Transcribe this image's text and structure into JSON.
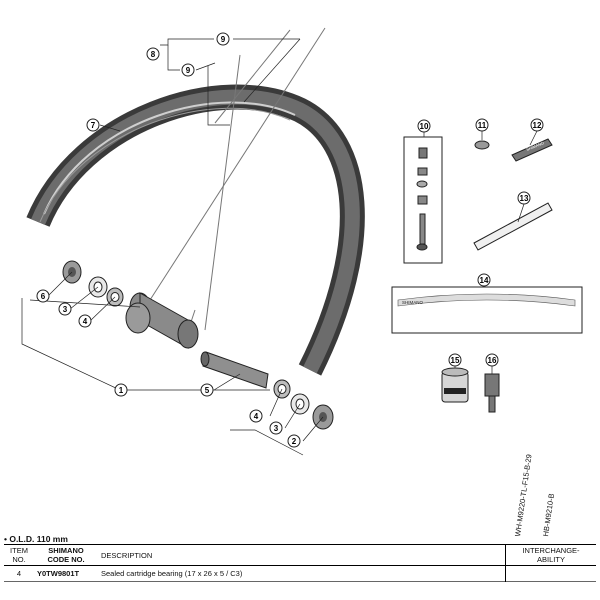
{
  "callouts": [
    "1",
    "2",
    "3",
    "4",
    "5",
    "6",
    "7",
    "8",
    "9",
    "10",
    "11",
    "12",
    "13",
    "14",
    "15",
    "16"
  ],
  "tire_lever_text": "SHIMANO",
  "rim_sticker_text": "SHIMANO",
  "compat_models": [
    "WH-M9220-TL-F15-B-29",
    "HB-M9210-B"
  ],
  "footer": {
    "old_note": "• O.L.D. 110 mm",
    "headers": {
      "item": "ITEM NO.",
      "code": "SHIMANO CODE NO.",
      "description": "DESCRIPTION",
      "interchange": "INTERCHANGE-ABILITY"
    },
    "rows": [
      {
        "item": "4",
        "code": "Y0TW9801T",
        "description": "Sealed cartridge bearing (17 x 26 x 5 / C3)"
      }
    ]
  }
}
